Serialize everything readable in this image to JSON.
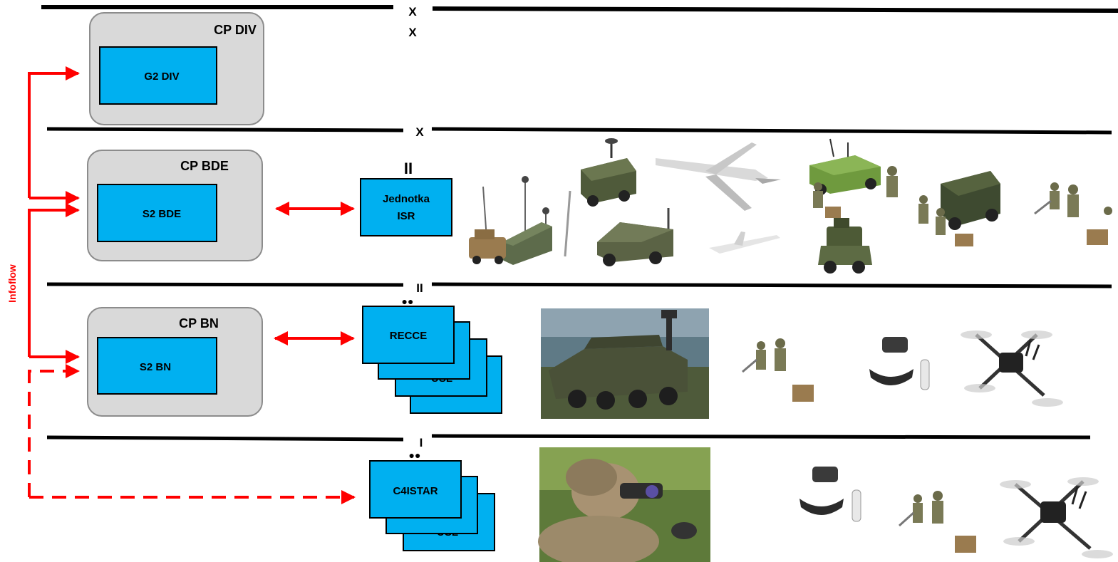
{
  "echelons": {
    "division": [
      "X",
      "X"
    ],
    "brigade": "X",
    "battalion": "II",
    "company": "I"
  },
  "command_posts": {
    "div": {
      "title": "CP DIV",
      "cell": "G2 DIV"
    },
    "bde": {
      "title": "CP BDE",
      "cell": "S2 BDE"
    },
    "bn": {
      "title": "CP BN",
      "cell": "S2 BN"
    }
  },
  "units": {
    "isr": {
      "marker": "II",
      "label_line1": "Jednotka",
      "label_line2": "ISR"
    },
    "recce": {
      "marker": "●●",
      "label": "RECCE",
      "back_label": "USL"
    },
    "c4istar": {
      "marker": "●●",
      "label": "C4ISTAR",
      "back_label": "USL"
    }
  },
  "infoflow_label": "Infoflow",
  "colors": {
    "unit_box": "#00b0f0",
    "cp_box": "#d9d9d9",
    "flow": "#ff0000",
    "line": "#000000"
  },
  "equipment_images": {
    "brigade": [
      "radar-truck-icon",
      "armored-vehicle-icon",
      "uav-icon",
      "antenna-vehicle-icon",
      "small-uav-icon",
      "jammer-vehicle-icon",
      "ew-team-icon",
      "patrol-vehicle-icon",
      "ew-team-icon"
    ],
    "battalion": [
      "wheeled-apc-photo",
      "ew-team-icon",
      "fpv-goggles-icon",
      "quadcopter-icon"
    ],
    "company": [
      "soldier-binoculars-photo",
      "fpv-goggles-icon",
      "ew-team-icon",
      "quadcopter-icon"
    ]
  }
}
